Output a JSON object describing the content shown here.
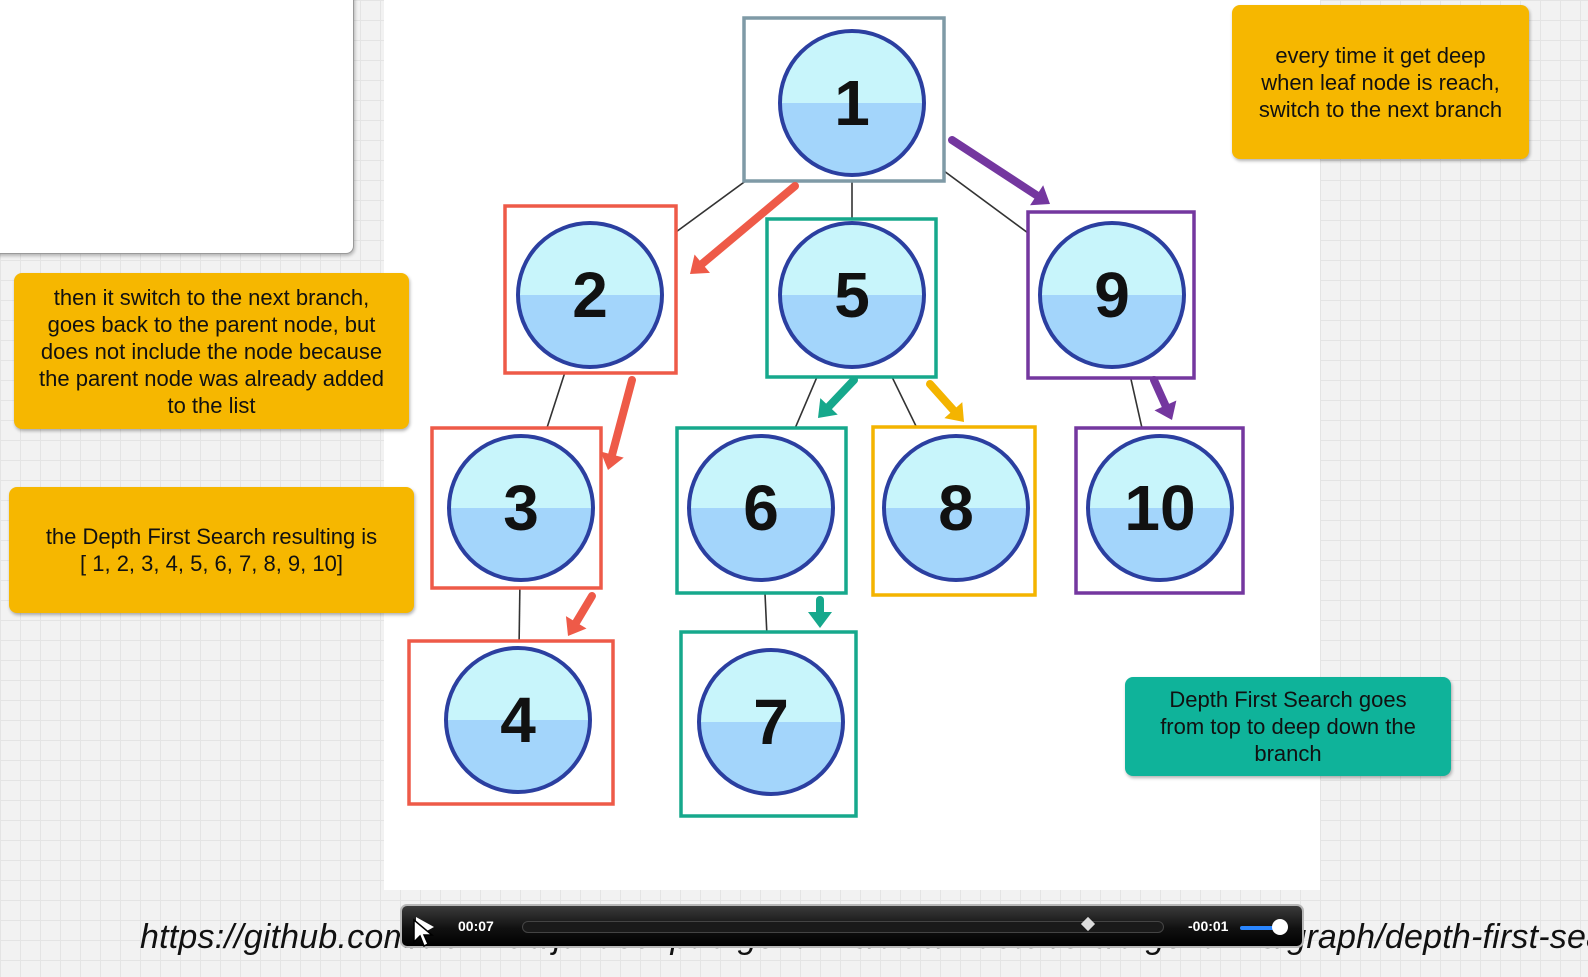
{
  "diagram": {
    "nodes": [
      {
        "label": "1",
        "frame_color": "#7f9aa6"
      },
      {
        "label": "2",
        "frame_color": "#ee5a48"
      },
      {
        "label": "3",
        "frame_color": "#ee5a48"
      },
      {
        "label": "4",
        "frame_color": "#ee5a48"
      },
      {
        "label": "5",
        "frame_color": "#16a88c"
      },
      {
        "label": "6",
        "frame_color": "#16a88c"
      },
      {
        "label": "7",
        "frame_color": "#16a88c"
      },
      {
        "label": "8",
        "frame_color": "#f4b400"
      },
      {
        "label": "9",
        "frame_color": "#74379f"
      },
      {
        "label": "10",
        "frame_color": "#74379f"
      }
    ],
    "edges": [
      [
        "1",
        "2"
      ],
      [
        "1",
        "5"
      ],
      [
        "1",
        "9"
      ],
      [
        "2",
        "3"
      ],
      [
        "3",
        "4"
      ],
      [
        "5",
        "6"
      ],
      [
        "6",
        "7"
      ],
      [
        "5",
        "8"
      ],
      [
        "9",
        "10"
      ]
    ],
    "traversal_order": [
      "1",
      "2",
      "3",
      "4",
      "5",
      "6",
      "7",
      "8",
      "9",
      "10"
    ]
  },
  "notes": {
    "top_right": "every time it get deep\nwhen leaf node is reach,\nswitch to the next branch",
    "left_middle": "then it switch to the next branch,\ngoes back to the parent node, but\ndoes not include the node because\nthe parent node was already added\nto the list",
    "left_result": "the Depth First Search resulting is\n[ 1, 2, 3, 4, 5, 6, 7, 8, 9, 10]",
    "bottom_right": "Depth First Search goes\nfrom top to deep down the\nbranch"
  },
  "colors": {
    "amber_note": "#f6b700",
    "teal_note": "#0fb39a",
    "red": "#ee5a48",
    "teal": "#16a88c",
    "yellow": "#f4b400",
    "purple": "#74379f",
    "node_fill_top": "#c8f5fb",
    "node_fill_bottom": "#a3d5fb",
    "node_ring": "#2b3fa0"
  },
  "player": {
    "elapsed": "00:07",
    "remaining": "-00:01",
    "progress": 0.88,
    "volume": 0.9,
    "play_icon": "play-icon"
  },
  "url_text": "https://github.com/trekhleb/javascript-algorithms/tree/master/src/algorithms/graph/depth-first-search"
}
